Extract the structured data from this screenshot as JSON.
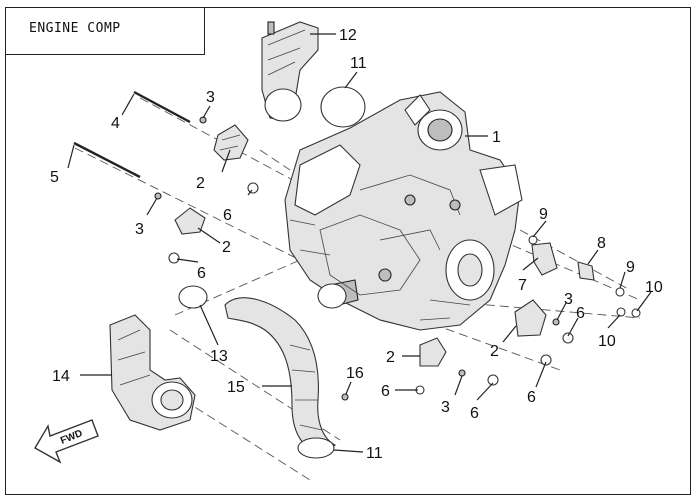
{
  "title": "ENGINE COMP",
  "direction_label": "FWD",
  "callouts": [
    "1",
    "2",
    "3",
    "4",
    "5",
    "6",
    "7",
    "8",
    "9",
    "10",
    "11",
    "12",
    "13",
    "14",
    "15",
    "16"
  ]
}
